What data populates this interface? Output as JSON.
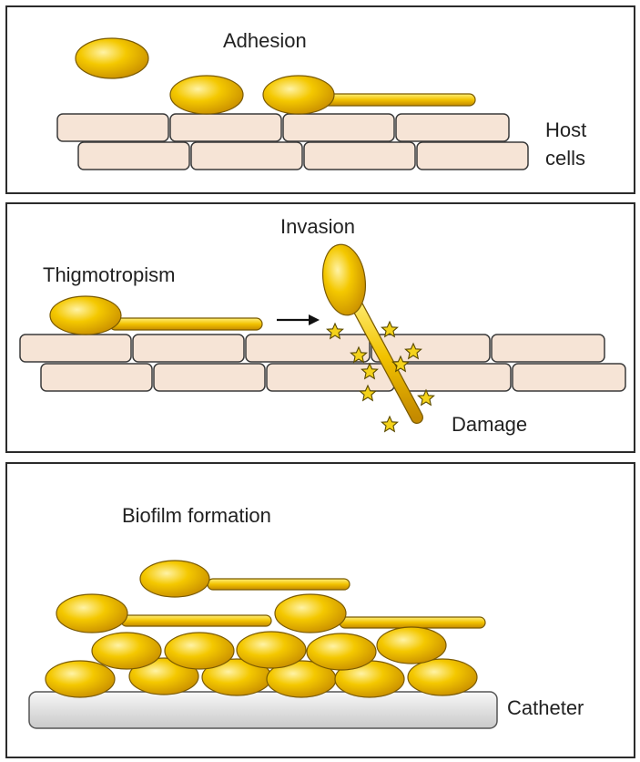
{
  "panels": {
    "adhesion": {
      "title": "Adhesion",
      "host_label_line1": "Host",
      "host_label_line2": "cells"
    },
    "invasion": {
      "title": "Invasion",
      "thigmotropism_label": "Thigmotropism",
      "damage_label": "Damage"
    },
    "biofilm": {
      "title": "Biofilm formation",
      "catheter_label": "Catheter"
    }
  },
  "colors": {
    "yeast_fill": "#f2c200",
    "yeast_outline": "#7a5a00",
    "host_cell_fill": "#f6e4d6",
    "host_cell_outline": "#3a3a3a",
    "catheter_fill": "#e6e6e6",
    "star_fill": "#f4d21a",
    "frame": "#2b2b2b"
  },
  "icons": {
    "arrow": "right-arrow-icon",
    "damage": "star-icon"
  }
}
